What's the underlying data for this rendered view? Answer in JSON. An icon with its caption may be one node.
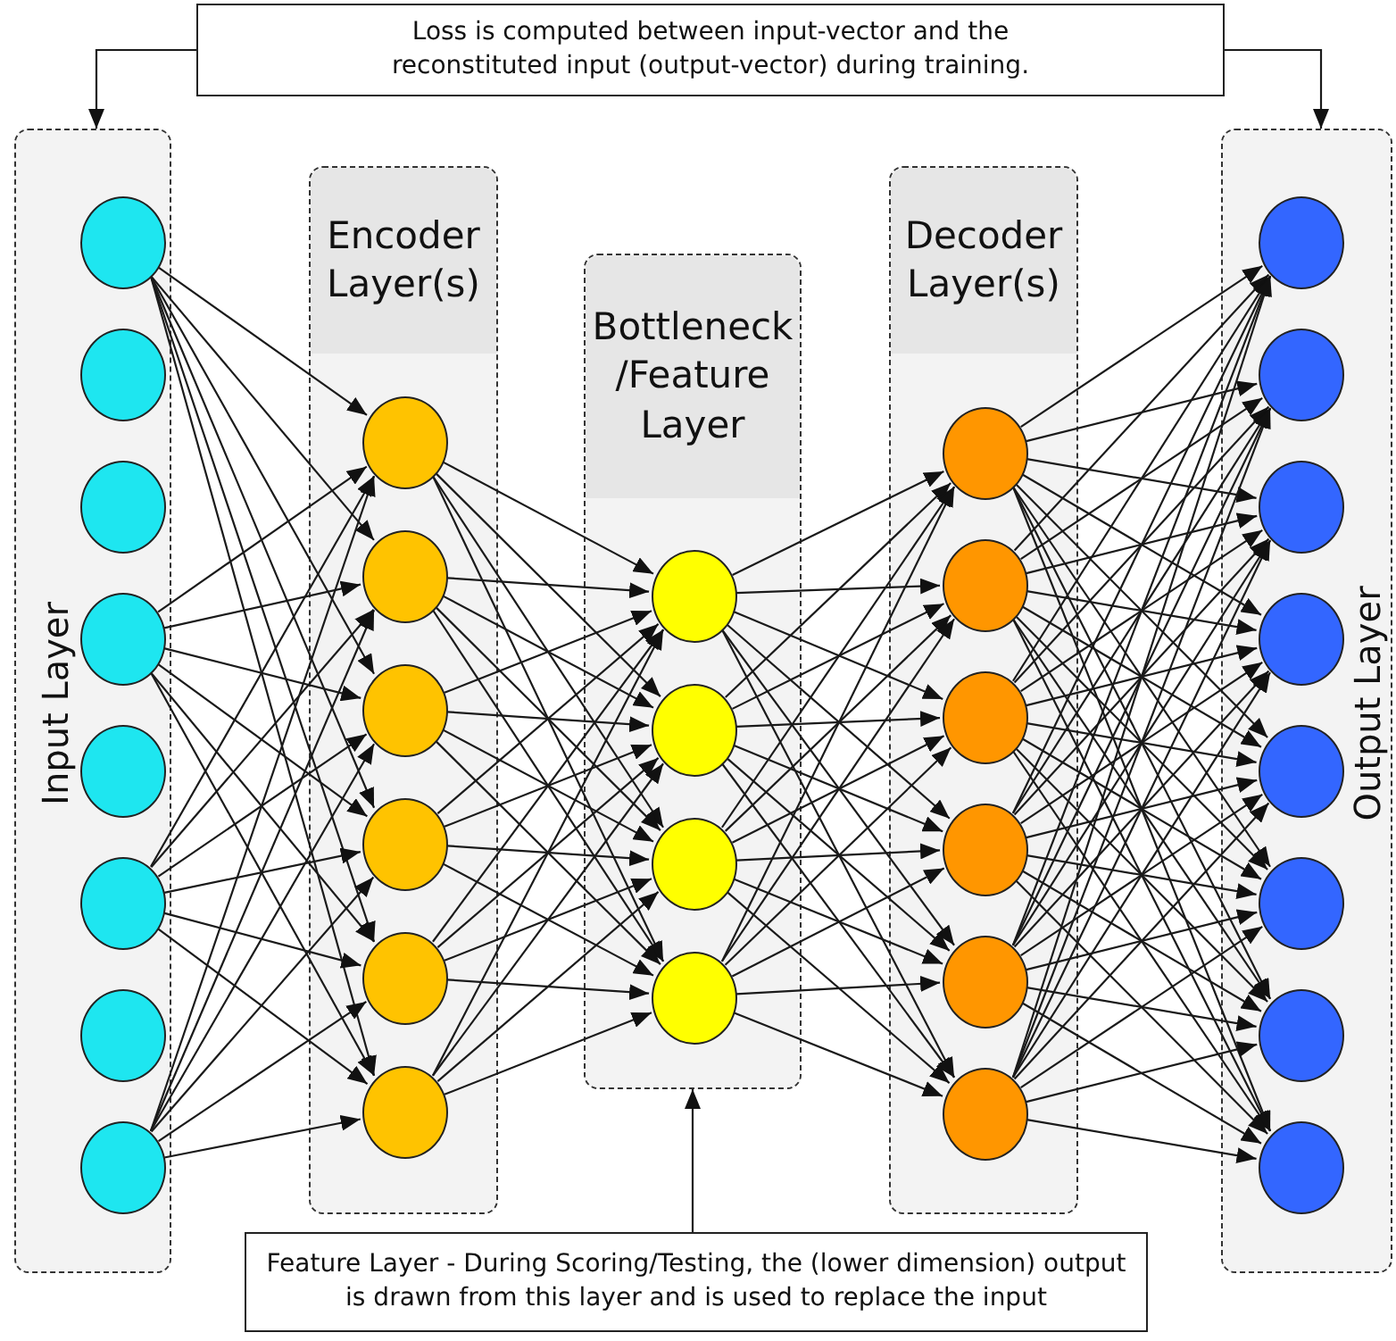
{
  "diagram": {
    "nodes": [
      {
        "text": [
          "Input Layer"
        ]
      },
      {
        "text": [],
        "shape": "circle",
        "in": 0
      },
      {
        "text": [],
        "shape": "circle",
        "in": 0
      },
      {
        "text": [],
        "shape": "circle",
        "in": 0
      },
      {
        "text": [],
        "shape": "circle",
        "in": 0
      },
      {
        "text": [],
        "shape": "circle",
        "in": 0
      },
      {
        "text": [],
        "shape": "circle",
        "in": 0
      },
      {
        "text": [],
        "shape": "circle",
        "in": 0
      },
      {
        "text": [],
        "shape": "circle",
        "in": 0
      },
      {
        "text": [
          "Encoder Layer(s)"
        ]
      },
      {
        "text": [],
        "shape": "circle",
        "in": 9
      },
      {
        "text": [],
        "shape": "circle",
        "in": 9
      },
      {
        "text": [],
        "shape": "circle",
        "in": 9
      },
      {
        "text": [],
        "shape": "circle",
        "in": 9
      },
      {
        "text": [],
        "shape": "circle",
        "in": 9
      },
      {
        "text": [],
        "shape": "circle",
        "in": 9
      },
      {
        "text": [
          "Bottleneck /Feature Layer"
        ]
      },
      {
        "text": [],
        "shape": "circle",
        "in": 16
      },
      {
        "text": [],
        "shape": "circle",
        "in": 16
      },
      {
        "text": [],
        "shape": "circle",
        "in": 16
      },
      {
        "text": [],
        "shape": "circle",
        "in": 16
      },
      {
        "text": [
          "Decoder Layer(s)"
        ]
      },
      {
        "text": [],
        "shape": "circle",
        "in": 21
      },
      {
        "text": [],
        "shape": "circle",
        "in": 21
      },
      {
        "text": [],
        "shape": "circle",
        "in": 21
      },
      {
        "text": [],
        "shape": "circle",
        "in": 21
      },
      {
        "text": [],
        "shape": "circle",
        "in": 21
      },
      {
        "text": [],
        "shape": "circle",
        "in": 21
      },
      {
        "text": [
          "Output Layer"
        ]
      },
      {
        "text": [],
        "shape": "circle",
        "in": 28
      },
      {
        "text": [],
        "shape": "circle",
        "in": 28
      },
      {
        "text": [],
        "shape": "circle",
        "in": 28
      },
      {
        "text": [],
        "shape": "circle",
        "in": 28
      },
      {
        "text": [],
        "shape": "circle",
        "in": 28
      },
      {
        "text": [],
        "shape": "circle",
        "in": 28
      },
      {
        "text": [],
        "shape": "circle",
        "in": 28
      },
      {
        "text": [],
        "shape": "circle",
        "in": 28
      },
      {
        "text": [
          "Loss is computed between input-vector and the reconstituted input (output-vector) during training."
        ]
      },
      {
        "text": [
          "Feature Layer - During Scoring/Testing, the (lower dimension) output is drawn from this layer and is used to replace the input"
        ]
      }
    ],
    "edges": [
      {
        "from": 1,
        "to": 10,
        "arrow": "to"
      },
      {
        "from": 1,
        "to": 11,
        "arrow": "to"
      },
      {
        "from": 1,
        "to": 12,
        "arrow": "to"
      },
      {
        "from": 1,
        "to": 13,
        "arrow": "to"
      },
      {
        "from": 1,
        "to": 14,
        "arrow": "to"
      },
      {
        "from": 1,
        "to": 15,
        "arrow": "to"
      },
      {
        "from": 4,
        "to": 10,
        "arrow": "to"
      },
      {
        "from": 4,
        "to": 11,
        "arrow": "to"
      },
      {
        "from": 4,
        "to": 12,
        "arrow": "to"
      },
      {
        "from": 4,
        "to": 13,
        "arrow": "to"
      },
      {
        "from": 4,
        "to": 14,
        "arrow": "to"
      },
      {
        "from": 4,
        "to": 15,
        "arrow": "to"
      },
      {
        "from": 6,
        "to": 10,
        "arrow": "to"
      },
      {
        "from": 6,
        "to": 11,
        "arrow": "to"
      },
      {
        "from": 6,
        "to": 12,
        "arrow": "to"
      },
      {
        "from": 6,
        "to": 13,
        "arrow": "to"
      },
      {
        "from": 6,
        "to": 14,
        "arrow": "to"
      },
      {
        "from": 6,
        "to": 15,
        "arrow": "to"
      },
      {
        "from": 8,
        "to": 10,
        "arrow": "to"
      },
      {
        "from": 8,
        "to": 11,
        "arrow": "to"
      },
      {
        "from": 8,
        "to": 12,
        "arrow": "to"
      },
      {
        "from": 8,
        "to": 13,
        "arrow": "to"
      },
      {
        "from": 8,
        "to": 14,
        "arrow": "to"
      },
      {
        "from": 8,
        "to": 15,
        "arrow": "to"
      },
      {
        "from": 10,
        "to": 17,
        "arrow": "to"
      },
      {
        "from": 10,
        "to": 18,
        "arrow": "to"
      },
      {
        "from": 10,
        "to": 19,
        "arrow": "to"
      },
      {
        "from": 10,
        "to": 20,
        "arrow": "to"
      },
      {
        "from": 11,
        "to": 17,
        "arrow": "to"
      },
      {
        "from": 11,
        "to": 18,
        "arrow": "to"
      },
      {
        "from": 11,
        "to": 19,
        "arrow": "to"
      },
      {
        "from": 11,
        "to": 20,
        "arrow": "to"
      },
      {
        "from": 12,
        "to": 17,
        "arrow": "to"
      },
      {
        "from": 12,
        "to": 18,
        "arrow": "to"
      },
      {
        "from": 12,
        "to": 19,
        "arrow": "to"
      },
      {
        "from": 12,
        "to": 20,
        "arrow": "to"
      },
      {
        "from": 13,
        "to": 17,
        "arrow": "to"
      },
      {
        "from": 13,
        "to": 18,
        "arrow": "to"
      },
      {
        "from": 13,
        "to": 19,
        "arrow": "to"
      },
      {
        "from": 13,
        "to": 20,
        "arrow": "to"
      },
      {
        "from": 14,
        "to": 17,
        "arrow": "to"
      },
      {
        "from": 14,
        "to": 18,
        "arrow": "to"
      },
      {
        "from": 14,
        "to": 19,
        "arrow": "to"
      },
      {
        "from": 14,
        "to": 20,
        "arrow": "to"
      },
      {
        "from": 15,
        "to": 17,
        "arrow": "to"
      },
      {
        "from": 15,
        "to": 18,
        "arrow": "to"
      },
      {
        "from": 15,
        "to": 19,
        "arrow": "to"
      },
      {
        "from": 15,
        "to": 20,
        "arrow": "to"
      },
      {
        "from": 17,
        "to": 22,
        "arrow": "to"
      },
      {
        "from": 17,
        "to": 23,
        "arrow": "to"
      },
      {
        "from": 17,
        "to": 24,
        "arrow": "to"
      },
      {
        "from": 17,
        "to": 25,
        "arrow": "to"
      },
      {
        "from": 17,
        "to": 26,
        "arrow": "to"
      },
      {
        "from": 17,
        "to": 27,
        "arrow": "to"
      },
      {
        "from": 18,
        "to": 22,
        "arrow": "to"
      },
      {
        "from": 18,
        "to": 23,
        "arrow": "to"
      },
      {
        "from": 18,
        "to": 24,
        "arrow": "to"
      },
      {
        "from": 18,
        "to": 25,
        "arrow": "to"
      },
      {
        "from": 18,
        "to": 26,
        "arrow": "to"
      },
      {
        "from": 18,
        "to": 27,
        "arrow": "to"
      },
      {
        "from": 19,
        "to": 22,
        "arrow": "to"
      },
      {
        "from": 19,
        "to": 23,
        "arrow": "to"
      },
      {
        "from": 19,
        "to": 24,
        "arrow": "to"
      },
      {
        "from": 19,
        "to": 25,
        "arrow": "to"
      },
      {
        "from": 19,
        "to": 26,
        "arrow": "to"
      },
      {
        "from": 19,
        "to": 27,
        "arrow": "to"
      },
      {
        "from": 20,
        "to": 22,
        "arrow": "to"
      },
      {
        "from": 20,
        "to": 23,
        "arrow": "to"
      },
      {
        "from": 20,
        "to": 24,
        "arrow": "to"
      },
      {
        "from": 20,
        "to": 25,
        "arrow": "to"
      },
      {
        "from": 20,
        "to": 26,
        "arrow": "to"
      },
      {
        "from": 20,
        "to": 27,
        "arrow": "to"
      },
      {
        "from": 22,
        "to": 29,
        "arrow": "to"
      },
      {
        "from": 22,
        "to": 30,
        "arrow": "to"
      },
      {
        "from": 22,
        "to": 31,
        "arrow": "to"
      },
      {
        "from": 22,
        "to": 32,
        "arrow": "to"
      },
      {
        "from": 22,
        "to": 33,
        "arrow": "to"
      },
      {
        "from": 22,
        "to": 34,
        "arrow": "to"
      },
      {
        "from": 22,
        "to": 35,
        "arrow": "to"
      },
      {
        "from": 22,
        "to": 36,
        "arrow": "to"
      },
      {
        "from": 23,
        "to": 29,
        "arrow": "to"
      },
      {
        "from": 23,
        "to": 30,
        "arrow": "to"
      },
      {
        "from": 23,
        "to": 31,
        "arrow": "to"
      },
      {
        "from": 23,
        "to": 32,
        "arrow": "to"
      },
      {
        "from": 23,
        "to": 33,
        "arrow": "to"
      },
      {
        "from": 23,
        "to": 34,
        "arrow": "to"
      },
      {
        "from": 23,
        "to": 35,
        "arrow": "to"
      },
      {
        "from": 23,
        "to": 36,
        "arrow": "to"
      },
      {
        "from": 24,
        "to": 29,
        "arrow": "to"
      },
      {
        "from": 24,
        "to": 30,
        "arrow": "to"
      },
      {
        "from": 24,
        "to": 31,
        "arrow": "to"
      },
      {
        "from": 24,
        "to": 32,
        "arrow": "to"
      },
      {
        "from": 24,
        "to": 33,
        "arrow": "to"
      },
      {
        "from": 24,
        "to": 34,
        "arrow": "to"
      },
      {
        "from": 24,
        "to": 35,
        "arrow": "to"
      },
      {
        "from": 24,
        "to": 36,
        "arrow": "to"
      },
      {
        "from": 25,
        "to": 29,
        "arrow": "to"
      },
      {
        "from": 25,
        "to": 30,
        "arrow": "to"
      },
      {
        "from": 25,
        "to": 31,
        "arrow": "to"
      },
      {
        "from": 25,
        "to": 32,
        "arrow": "to"
      },
      {
        "from": 25,
        "to": 33,
        "arrow": "to"
      },
      {
        "from": 25,
        "to": 34,
        "arrow": "to"
      },
      {
        "from": 25,
        "to": 35,
        "arrow": "to"
      },
      {
        "from": 25,
        "to": 36,
        "arrow": "to"
      },
      {
        "from": 26,
        "to": 29,
        "arrow": "to"
      },
      {
        "from": 26,
        "to": 30,
        "arrow": "to"
      },
      {
        "from": 26,
        "to": 31,
        "arrow": "to"
      },
      {
        "from": 26,
        "to": 32,
        "arrow": "to"
      },
      {
        "from": 26,
        "to": 33,
        "arrow": "to"
      },
      {
        "from": 26,
        "to": 34,
        "arrow": "to"
      },
      {
        "from": 26,
        "to": 35,
        "arrow": "to"
      },
      {
        "from": 26,
        "to": 36,
        "arrow": "to"
      },
      {
        "from": 27,
        "to": 29,
        "arrow": "to"
      },
      {
        "from": 27,
        "to": 30,
        "arrow": "to"
      },
      {
        "from": 27,
        "to": 31,
        "arrow": "to"
      },
      {
        "from": 27,
        "to": 32,
        "arrow": "to"
      },
      {
        "from": 27,
        "to": 33,
        "arrow": "to"
      },
      {
        "from": 27,
        "to": 34,
        "arrow": "to"
      },
      {
        "from": 27,
        "to": 35,
        "arrow": "to"
      },
      {
        "from": 27,
        "to": 36,
        "arrow": "to"
      },
      {
        "from": 37,
        "to": 0,
        "arrow": "to"
      },
      {
        "from": 37,
        "to": 28,
        "arrow": "to"
      },
      {
        "from": 38,
        "to": 16,
        "arrow": "to"
      }
    ]
  }
}
